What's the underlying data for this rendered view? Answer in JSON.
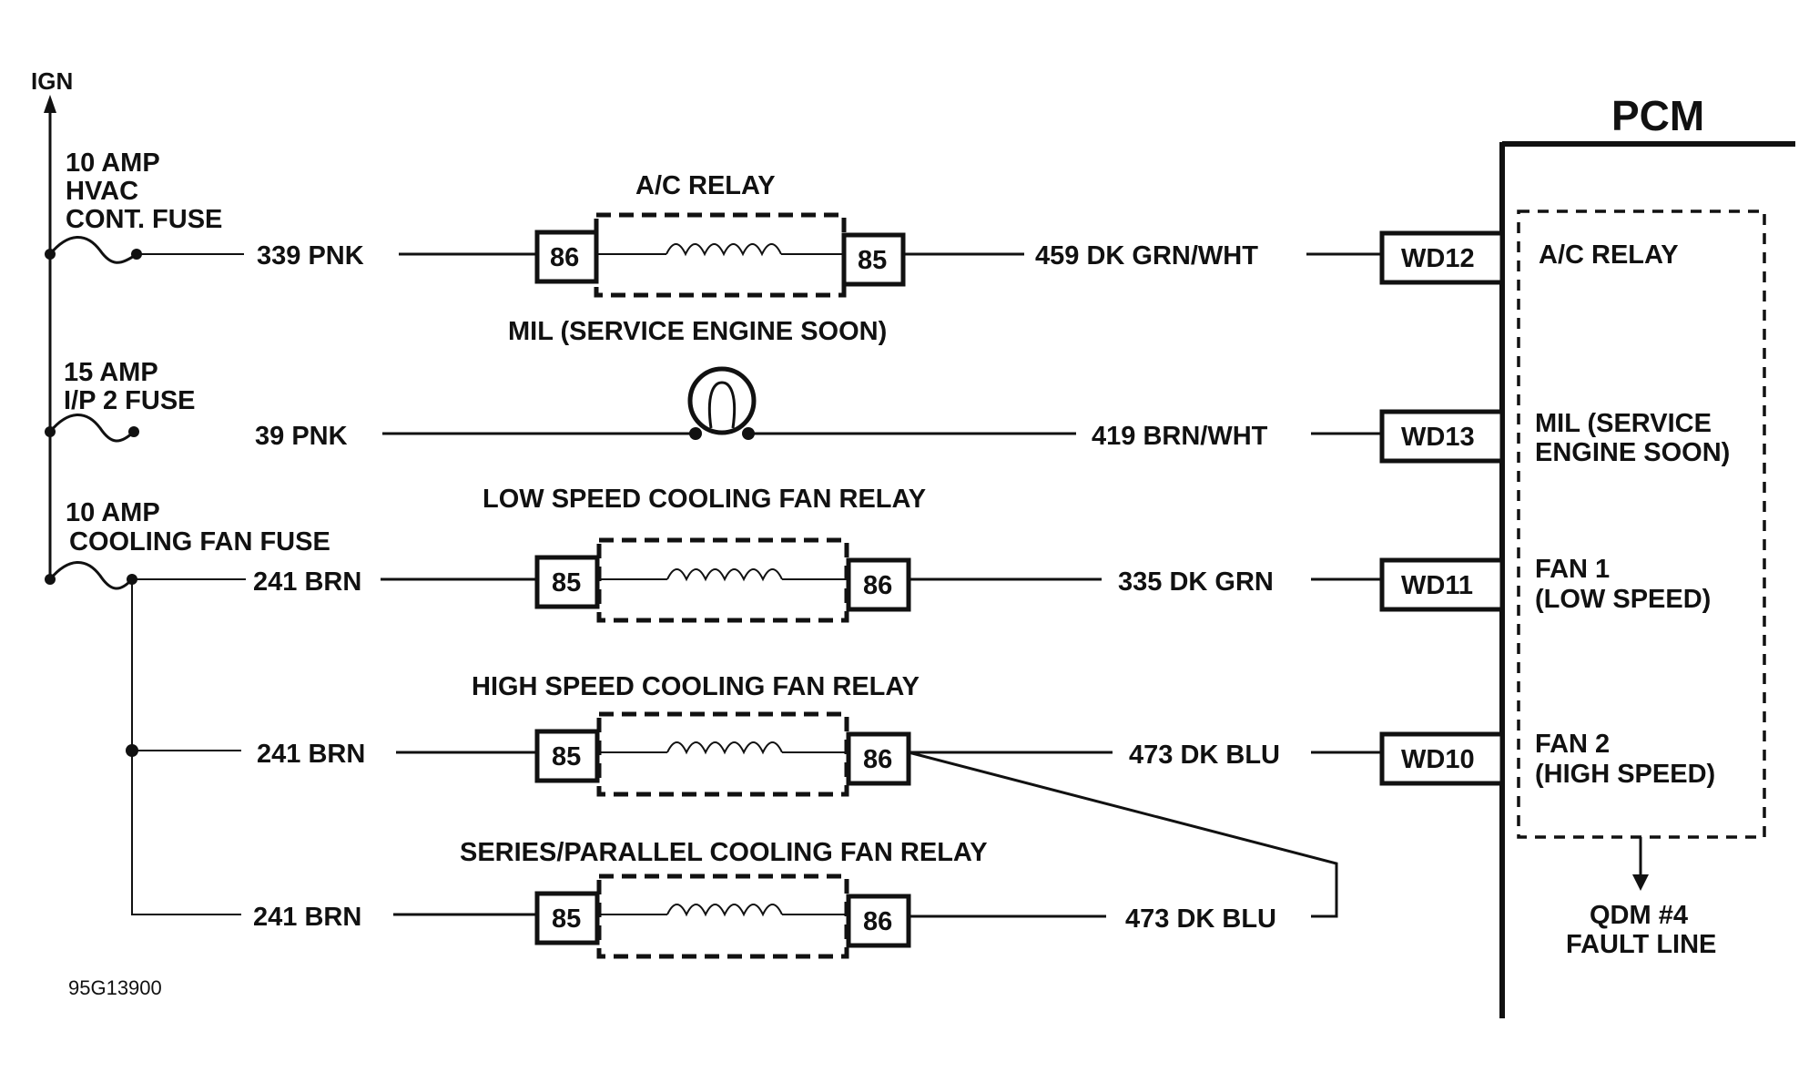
{
  "power": {
    "ign": "IGN",
    "fuse1": {
      "line1": "10 AMP",
      "line2": "HVAC",
      "line3": "CONT. FUSE"
    },
    "fuse2": {
      "line1": "15 AMP",
      "line2": "I/P 2 FUSE"
    },
    "fuse3": {
      "line1": "10 AMP",
      "line2": "COOLING FAN FUSE"
    }
  },
  "relays": {
    "ac": {
      "title": "A/C RELAY",
      "pin_left": "86",
      "pin_right": "85"
    },
    "mil": {
      "title": "MIL (SERVICE ENGINE SOON)"
    },
    "low": {
      "title": "LOW SPEED COOLING FAN RELAY",
      "pin_left": "85",
      "pin_right": "86"
    },
    "high": {
      "title": "HIGH SPEED COOLING FAN RELAY",
      "pin_left": "85",
      "pin_right": "86"
    },
    "series": {
      "title": "SERIES/PARALLEL COOLING FAN RELAY",
      "pin_left": "85",
      "pin_right": "86"
    }
  },
  "wires": {
    "w1_left": "339 PNK",
    "w1_right": "459 DK GRN/WHT",
    "w2_left": "39 PNK",
    "w2_right": "419 BRN/WHT",
    "w3_left": "241 BRN",
    "w3_right": "335 DK GRN",
    "w4_left": "241 BRN",
    "w4_right": "473 DK BLU",
    "w5_left": "241 BRN",
    "w5_right": "473 DK BLU"
  },
  "pcm": {
    "title": "PCM",
    "pins": [
      "WD12",
      "WD13",
      "WD11",
      "WD10"
    ],
    "ac_relay": "A/C RELAY",
    "mil_line1": "MIL (SERVICE",
    "mil_line2": "ENGINE SOON)",
    "fan1_line1": "FAN 1",
    "fan1_line2": "(LOW SPEED)",
    "fan2_line1": "FAN 2",
    "fan2_line2": "(HIGH SPEED)",
    "qdm_line1": "QDM #4",
    "qdm_line2": "FAULT LINE"
  },
  "figure_code": "95G13900"
}
